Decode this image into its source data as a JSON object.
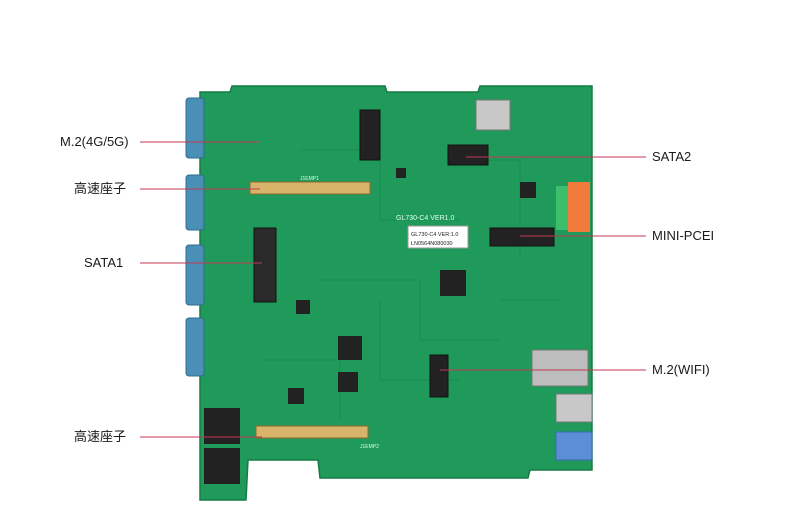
{
  "labels": {
    "m2_4g5g": "M.2(4G/5G)",
    "board_connector_top": "高速座子",
    "sata1": "SATA1",
    "board_connector_bottom": "高速座子",
    "sata2": "SATA2",
    "mini_pcie": "MINI-PCEI",
    "m2_wifi": "M.2(WIFI)"
  },
  "board": {
    "silkscreen_model": "GL730-C4 VER1.0",
    "sticker_model": "GL730-C4 VER:1.0",
    "sticker_serial": "LN0564N080030",
    "connector_top_ref": "J1EMP1",
    "connector_bottom_ref": "J1EMP2"
  },
  "colors": {
    "pcb": "#1f9a5a",
    "pcb_dark": "#17834b",
    "leader_line": "#c03a52",
    "label_text": "#1a1a1a",
    "connector_gold": "#d8b36a",
    "db9_blue": "#4a8fb6"
  }
}
